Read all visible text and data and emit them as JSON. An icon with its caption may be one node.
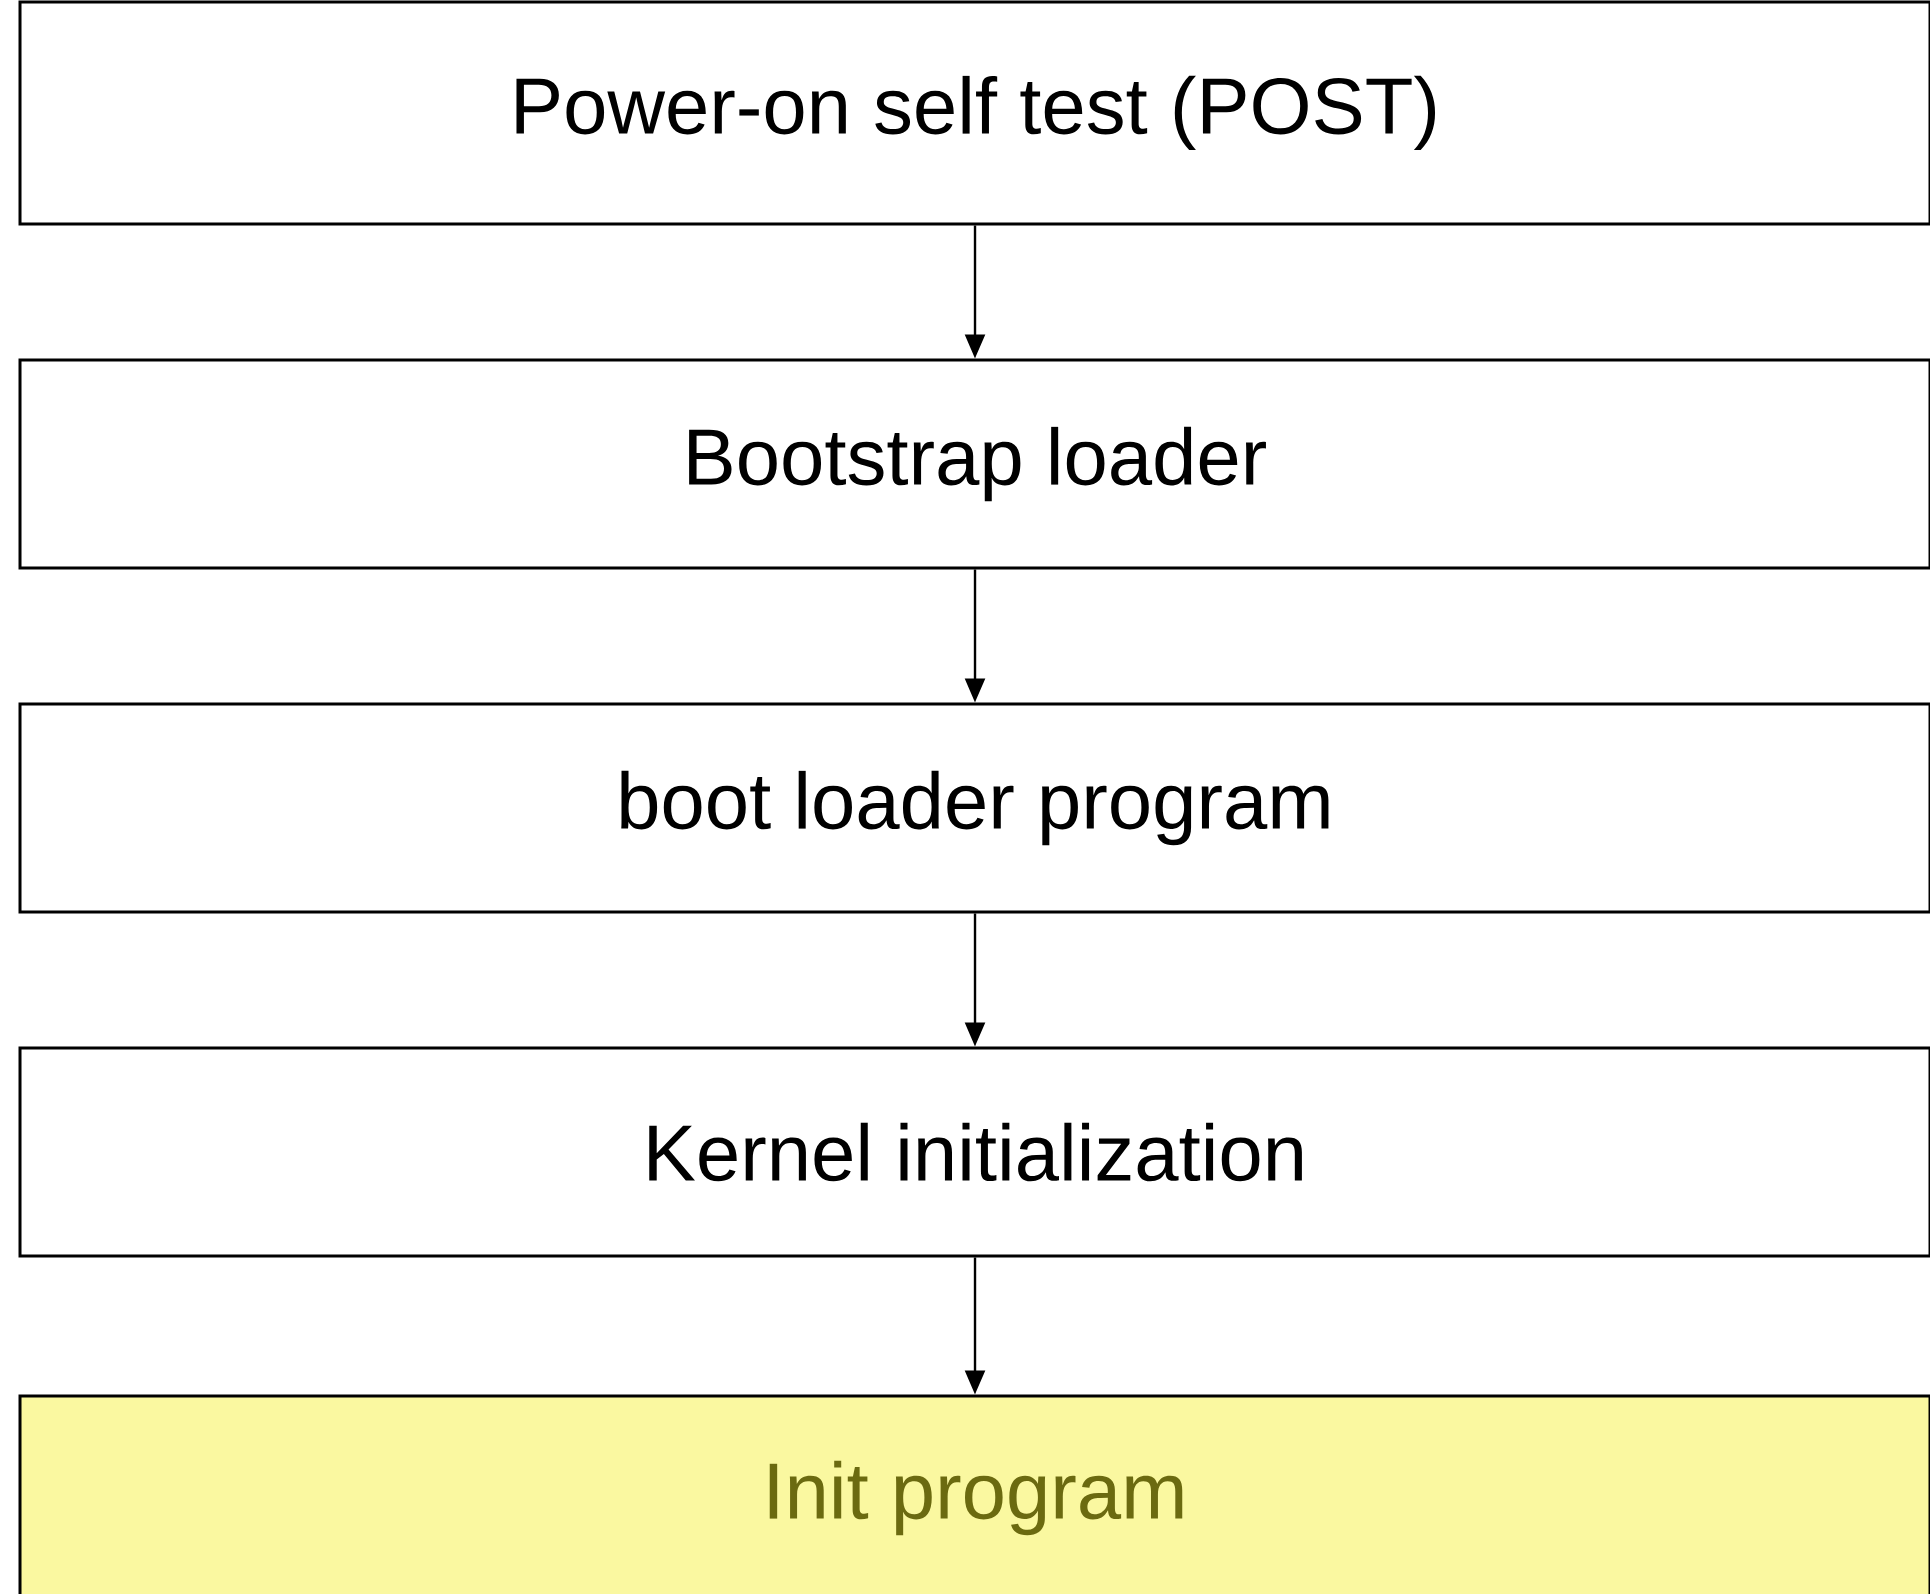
{
  "diagram": {
    "nodes": [
      {
        "text": [
          "Power-on self test (POST)"
        ]
      },
      {
        "text": [
          "Bootstrap loader"
        ]
      },
      {
        "text": [
          "boot loader program"
        ]
      },
      {
        "text": [
          "Kernel initialization"
        ]
      },
      {
        "text": [
          "Init program"
        ]
      }
    ],
    "edges": [
      {
        "from": 0,
        "to": 1,
        "arrow": "to"
      },
      {
        "from": 1,
        "to": 2,
        "arrow": "to"
      },
      {
        "from": 2,
        "to": 3,
        "arrow": "to"
      },
      {
        "from": 3,
        "to": 4,
        "arrow": "to"
      }
    ]
  }
}
